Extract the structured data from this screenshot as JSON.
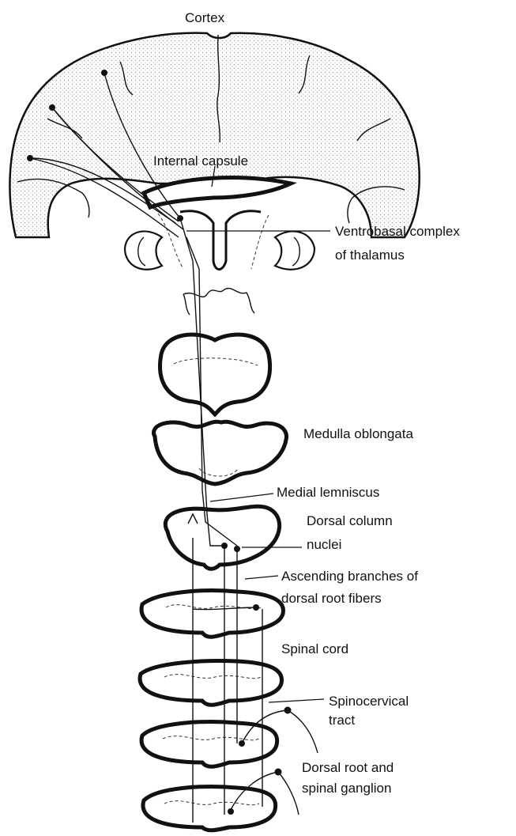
{
  "labels": {
    "cortex": "Cortex",
    "internal_capsule": "Internal capsule",
    "ventrobasal_line1": "Ventrobasal complex",
    "ventrobasal_line2": "of thalamus",
    "medulla": "Medulla oblongata",
    "medial_lemniscus": "Medial lemniscus",
    "dorsal_column_line1": "Dorsal column",
    "dorsal_column_line2": "nuclei",
    "ascending_line1": "Ascending branches of",
    "ascending_line2": "dorsal root fibers",
    "spinal_cord": "Spinal cord",
    "spinocervical_line1": "Spinocervical",
    "spinocervical_line2": "tract",
    "dorsal_root_line1": "Dorsal root and",
    "dorsal_root_line2": "spinal ganglion"
  },
  "colors": {
    "ink": "#111111",
    "stipple": "#9a9a9a",
    "background": "#ffffff"
  }
}
